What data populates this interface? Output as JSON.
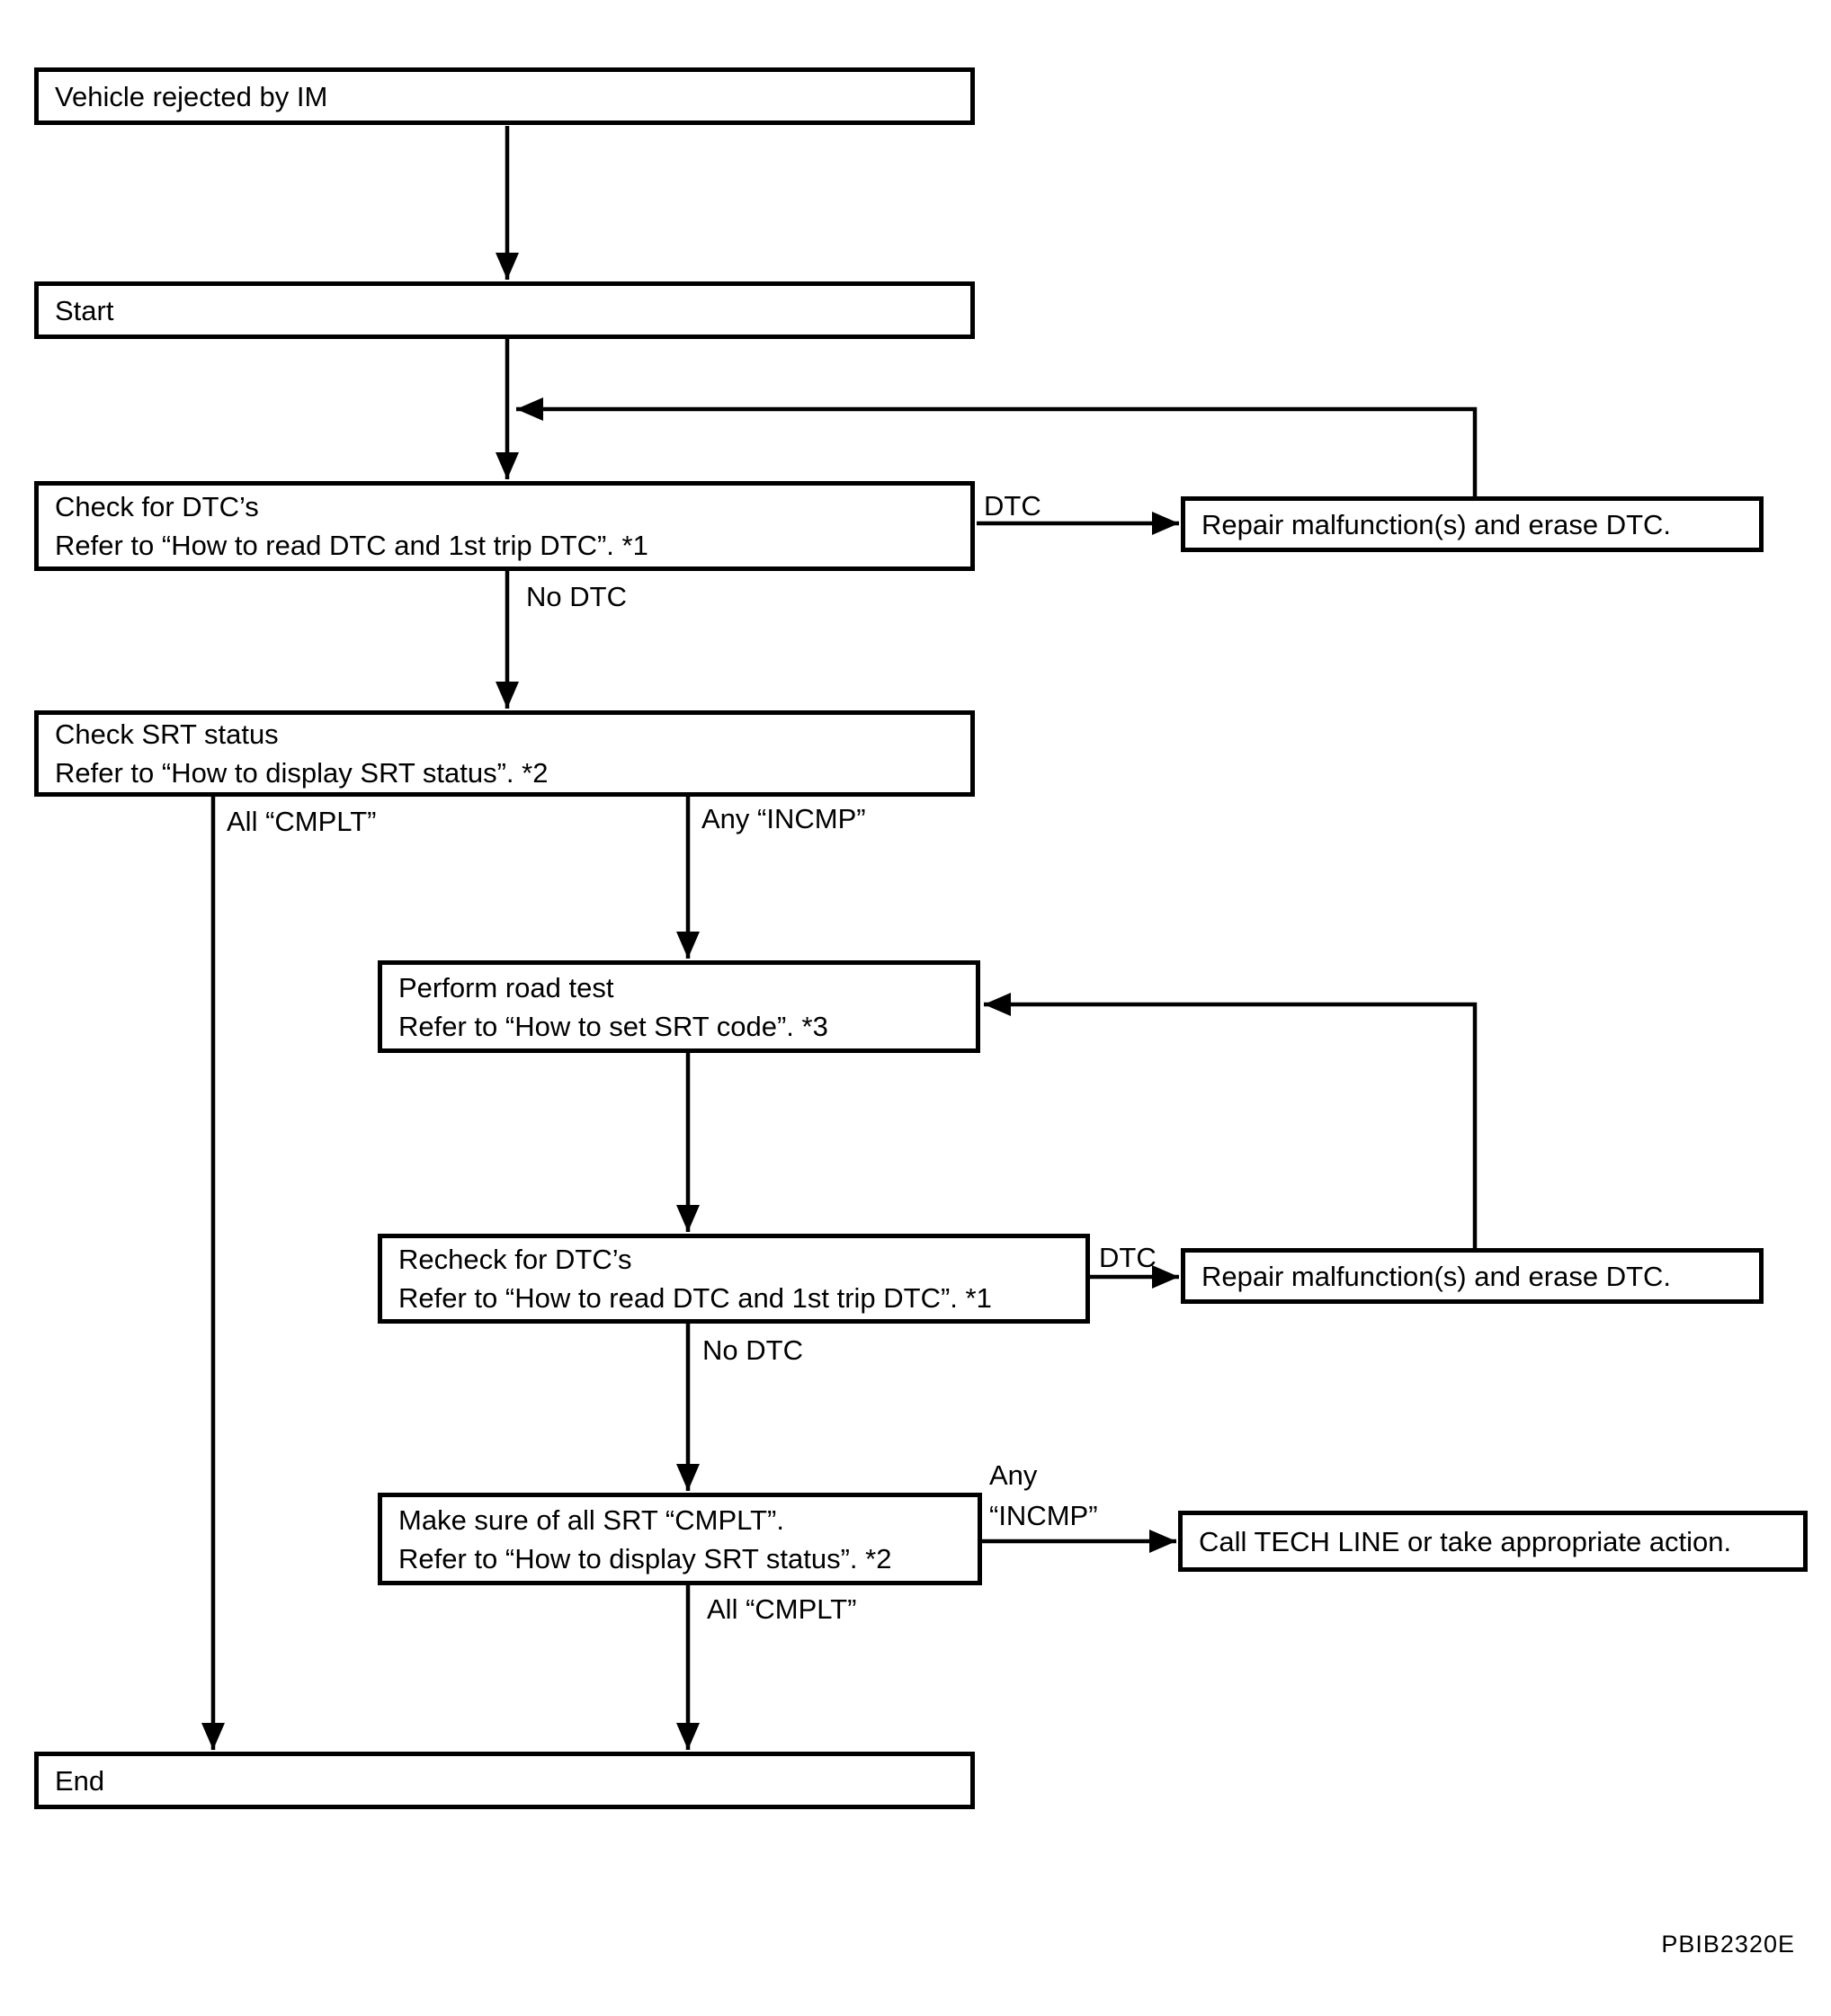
{
  "diagram": {
    "figure_code": "PBIB2320E",
    "colors": {
      "line": "#000000",
      "background": "#ffffff",
      "text": "#000000"
    },
    "nodes": {
      "vehicle_rejected": {
        "lines": [
          "Vehicle rejected by IM"
        ]
      },
      "start": {
        "lines": [
          "Start"
        ]
      },
      "check_dtc": {
        "lines": [
          "Check for DTC’s",
          "Refer to “How to read DTC and 1st trip DTC”. *1"
        ]
      },
      "repair_1": {
        "lines": [
          "Repair malfunction(s) and erase DTC."
        ]
      },
      "check_srt": {
        "lines": [
          "Check SRT status",
          "Refer to “How to display SRT status”. *2"
        ]
      },
      "road_test": {
        "lines": [
          "Perform road test",
          "Refer to “How to set SRT code”. *3"
        ]
      },
      "recheck_dtc": {
        "lines": [
          "Recheck for DTC’s",
          "Refer to “How to read DTC and 1st trip DTC”. *1"
        ]
      },
      "repair_2": {
        "lines": [
          "Repair malfunction(s) and erase DTC."
        ]
      },
      "make_sure_srt": {
        "lines": [
          "Make sure of all SRT “CMPLT”.",
          "Refer to “How to display SRT status”. *2"
        ]
      },
      "call_tech_line": {
        "lines": [
          "Call TECH LINE or take appropriate action."
        ]
      },
      "end": {
        "lines": [
          "End"
        ]
      }
    },
    "edge_labels": {
      "dtc_1": "DTC",
      "no_dtc_1": "No DTC",
      "all_cmplt_1": "All “CMPLT”",
      "any_incmp_1": "Any “INCMP”",
      "dtc_2": "DTC",
      "no_dtc_2": "No DTC",
      "any_incmp_2_line1": "Any",
      "any_incmp_2_line2": "“INCMP”",
      "all_cmplt_2": "All “CMPLT”"
    },
    "edges": [
      {
        "from": "vehicle_rejected",
        "to": "start",
        "label": ""
      },
      {
        "from": "start",
        "to": "check_dtc",
        "label": ""
      },
      {
        "from": "check_dtc",
        "to": "repair_1",
        "label": "DTC"
      },
      {
        "from": "repair_1",
        "to": "check_dtc",
        "label": ""
      },
      {
        "from": "check_dtc",
        "to": "check_srt",
        "label": "No DTC"
      },
      {
        "from": "check_srt",
        "to": "end",
        "label": "All “CMPLT”"
      },
      {
        "from": "check_srt",
        "to": "road_test",
        "label": "Any “INCMP”"
      },
      {
        "from": "road_test",
        "to": "recheck_dtc",
        "label": ""
      },
      {
        "from": "recheck_dtc",
        "to": "repair_2",
        "label": "DTC"
      },
      {
        "from": "repair_2",
        "to": "road_test",
        "label": ""
      },
      {
        "from": "recheck_dtc",
        "to": "make_sure_srt",
        "label": "No DTC"
      },
      {
        "from": "make_sure_srt",
        "to": "call_tech_line",
        "label": "Any “INCMP”"
      },
      {
        "from": "make_sure_srt",
        "to": "end",
        "label": "All “CMPLT”"
      }
    ]
  }
}
